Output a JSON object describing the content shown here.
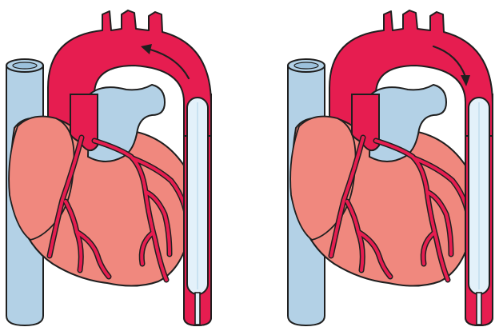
{
  "figure": {
    "panels": [
      {
        "id": "left",
        "flow_direction": "retrograde"
      },
      {
        "id": "right",
        "flow_direction": "anterograde"
      }
    ]
  },
  "colors": {
    "artery_red": "#e61d50",
    "heart_pink": "#f0887e",
    "vein_blue": "#b3d1e6",
    "balloon_fill": "#e3f1fa",
    "outline": "#1f1f1f",
    "background": "#ffffff"
  },
  "icons": {
    "flow_arrow": "curved-arrow-icon"
  }
}
